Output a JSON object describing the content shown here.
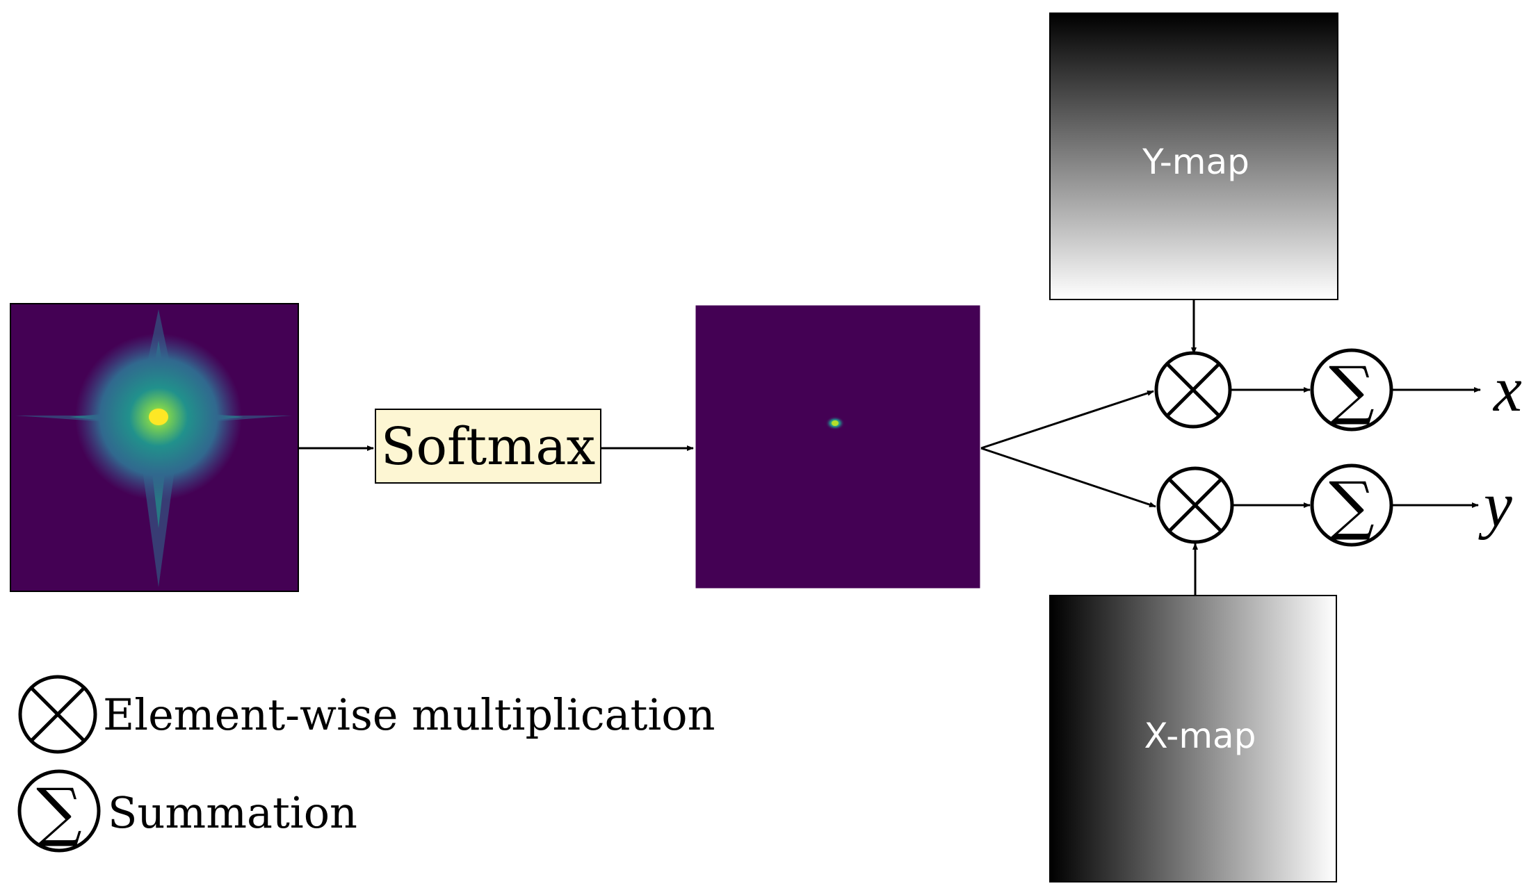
{
  "softmax": {
    "label": "Softmax"
  },
  "y_map": {
    "label": "Y-map"
  },
  "x_map": {
    "label": "X-map"
  },
  "outputs": {
    "x": "x",
    "y": "y"
  },
  "legend": {
    "multiply_label": "Element-wise multiplication",
    "sum_label": "Summation"
  },
  "symbols": {
    "sigma": "∑"
  },
  "colors": {
    "heatmap_dark": "#440154",
    "heatmap_mid": "#21918c",
    "heatmap_peak": "#fde725",
    "softmax_fill": "#fdf6d3",
    "ink": "#000000"
  }
}
